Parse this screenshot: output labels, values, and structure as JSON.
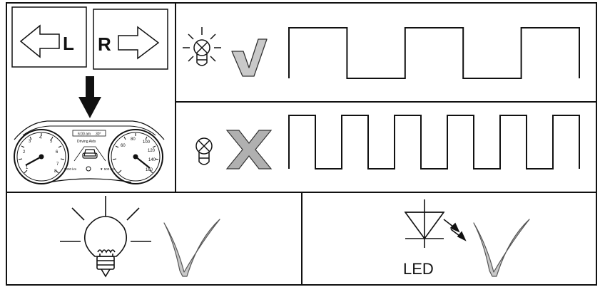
{
  "labels": {
    "left": "L",
    "right": "R",
    "led": "LED"
  },
  "cluster": {
    "time": "6:00 am",
    "temperature": "30°",
    "mode": "Driving Aids",
    "odometer": "5000 km",
    "range": "▼ 500 km"
  },
  "colors": {
    "stroke": "#111111",
    "check": "#c9c9c9",
    "check_outline": "#333333",
    "cross": "#b0b0b0"
  },
  "icons": {
    "arrow_left": "arrow-left-icon",
    "arrow_right": "arrow-right-icon",
    "arrow_down": "arrow-down-icon",
    "lit_bulb_small": "lit-indicator-bulb-icon",
    "unlit_bulb": "unlit-indicator-bulb-icon",
    "lit_bulb_large": "lit-light-bulb-icon",
    "led": "led-diode-icon",
    "check": "check-mark-icon",
    "cross": "cross-mark-icon"
  },
  "signals": {
    "normal_flash": {
      "levels": [
        1,
        0,
        1,
        0,
        1
      ]
    },
    "fast_flash": {
      "levels": [
        1,
        0,
        1,
        0,
        1,
        0,
        1,
        0,
        1,
        0,
        1
      ]
    }
  }
}
